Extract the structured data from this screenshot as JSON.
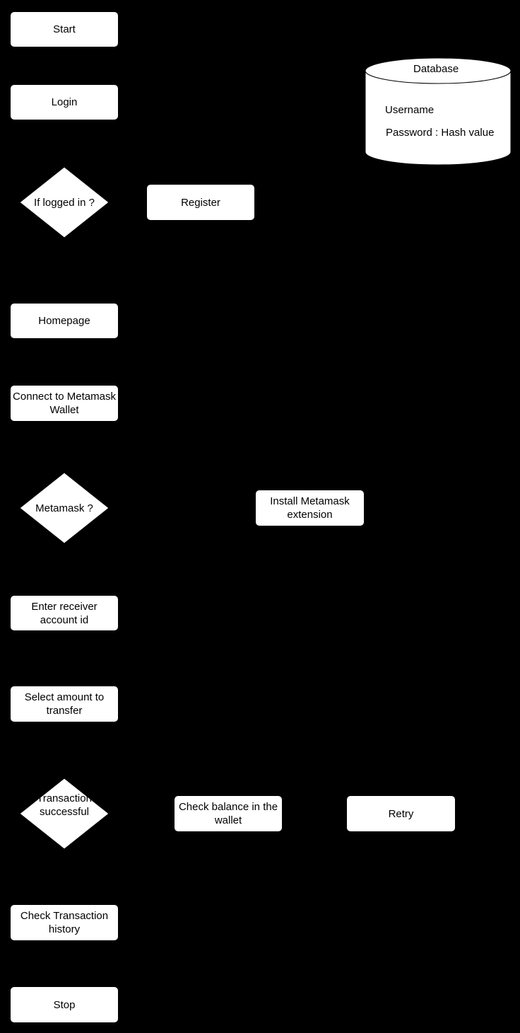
{
  "colors": {
    "background": "#000000",
    "shape_fill": "#ffffff",
    "stroke": "#000000"
  },
  "nodes": {
    "start": "Start",
    "login": "Login",
    "if_logged_in": "If logged in ?",
    "register": "Register",
    "homepage": "Homepage",
    "connect_wallet": "Connect to Metamask\nWallet",
    "metamask_check": "Metamask ?",
    "install_metamask": "Install Metamask\nextension",
    "enter_receiver": "Enter receiver\naccount id",
    "select_amount": "Select amount to\ntransfer",
    "transaction_successful": "Transaction\nsuccessful",
    "check_balance": "Check balance in the\nwallet",
    "retry": "Retry",
    "check_history": "Check Transaction\nhistory",
    "stop": "Stop"
  },
  "database": {
    "title": "Database",
    "field_username": "Username",
    "field_password": "Password : Hash value"
  }
}
